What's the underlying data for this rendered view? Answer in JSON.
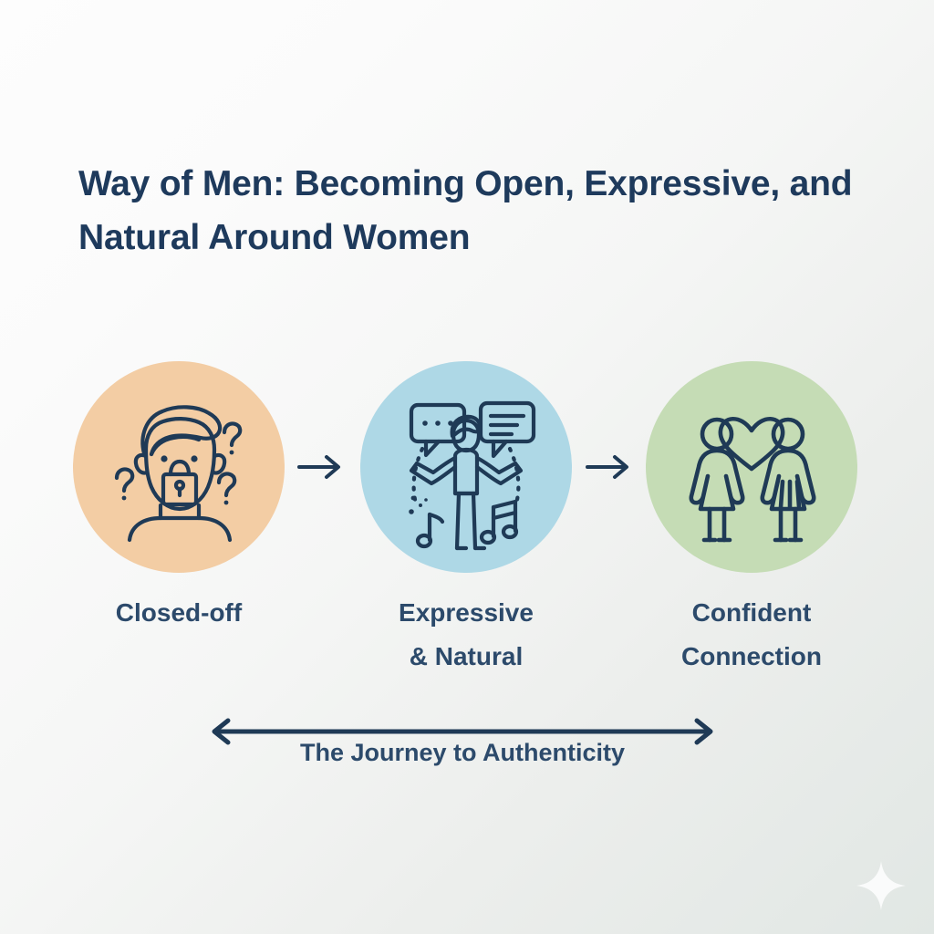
{
  "title": "Way of Men: Becoming Open, Expressive, and Natural Around Women",
  "colors": {
    "text_navy": "#1e3a5c",
    "label_navy": "#2c4a6b",
    "icon_stroke": "#1f3a56",
    "circle_1_bg": "#f3cda4",
    "circle_2_bg": "#aed8e6",
    "circle_3_bg": "#c5dcb5",
    "background_start": "#fdfdfd",
    "background_end": "#e1e7e4"
  },
  "stages": [
    {
      "id": "closed-off",
      "label_line1": "Closed-off",
      "label_line2": "",
      "icon_name": "locked-face-icon",
      "icon_description": "man's face with padlock over mouth and question marks",
      "circle_color": "#f3cda4"
    },
    {
      "id": "expressive-natural",
      "label_line1": "Expressive",
      "label_line2": "& Natural",
      "icon_name": "open-arms-speech-music-icon",
      "icon_description": "person with open arms, speech bubbles and music notes",
      "circle_color": "#aed8e6"
    },
    {
      "id": "confident-connection",
      "label_line1": "Confident",
      "label_line2": "Connection",
      "icon_name": "couple-heart-icon",
      "icon_description": "two figures with a heart between them",
      "circle_color": "#c5dcb5"
    }
  ],
  "flow_arrows": [
    {
      "name": "flow-arrow-right-1"
    },
    {
      "name": "flow-arrow-right-2"
    }
  ],
  "journey": {
    "caption": "The Journey to Authenticity",
    "arrow_name": "double-headed-arrow"
  },
  "decoration": {
    "sparkle_name": "sparkle-icon"
  }
}
